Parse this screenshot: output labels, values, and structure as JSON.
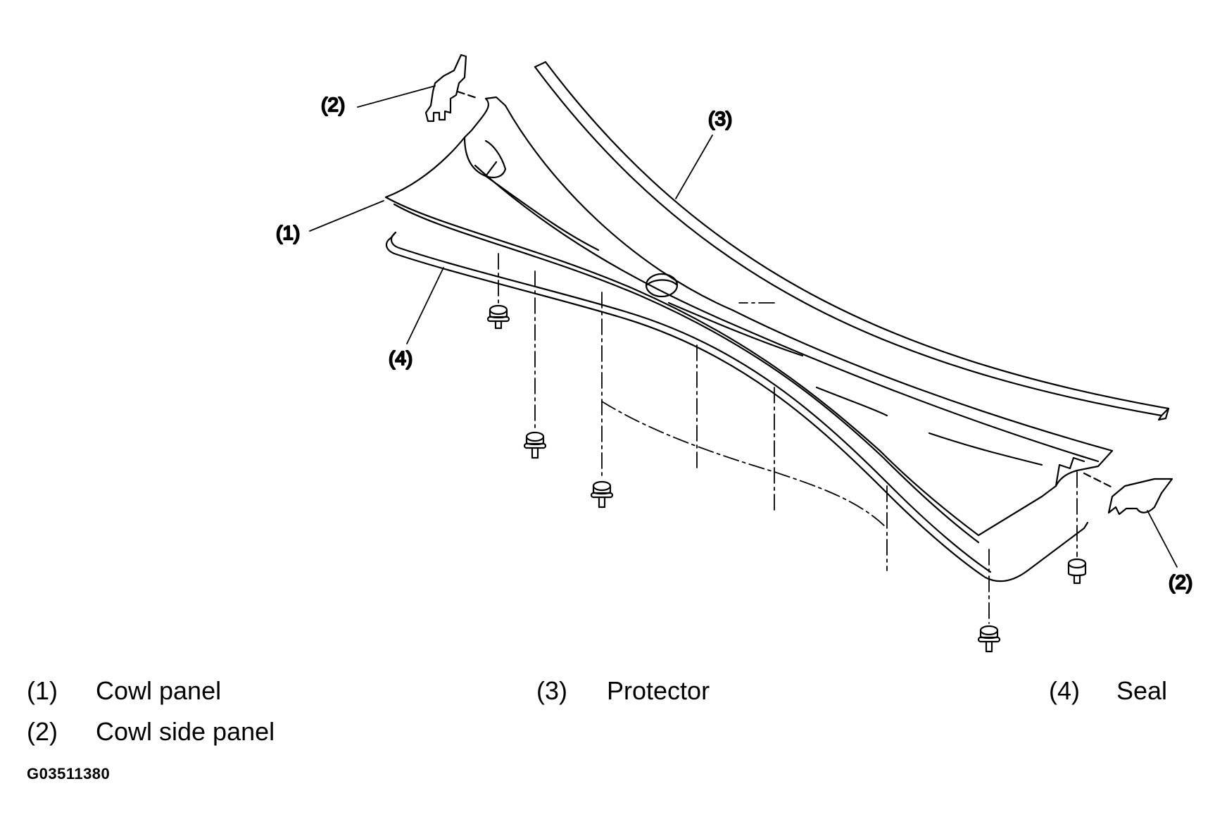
{
  "diagram": {
    "callouts": {
      "c2_top": "(2)",
      "c3": "(3)",
      "c1": "(1)",
      "c4": "(4)",
      "c2_right": "(2)"
    }
  },
  "legend": [
    {
      "num": "(1)",
      "text": "Cowl panel"
    },
    {
      "num": "(2)",
      "text": "Cowl side panel"
    },
    {
      "num": "(3)",
      "text": "Protector"
    },
    {
      "num": "(4)",
      "text": "Seal"
    }
  ],
  "figure_code": "G03511380"
}
